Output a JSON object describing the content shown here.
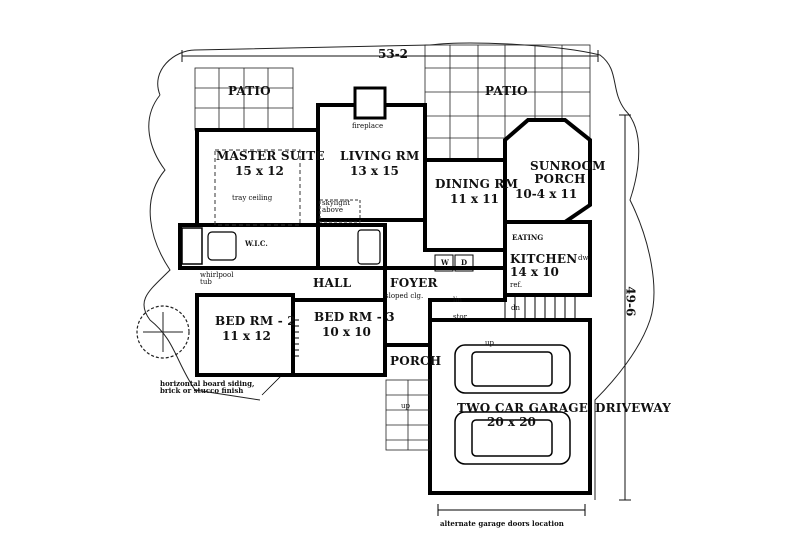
{
  "overall_width": "53-2",
  "overall_depth": "49-6",
  "rooms": {
    "patio_left": "PATIO",
    "patio_right": "PATIO",
    "master_suite": {
      "name": "MASTER SUITE",
      "size": "15 x 12",
      "note": "tray ceiling"
    },
    "living": {
      "name": "LIVING RM",
      "size": "13 x 15"
    },
    "dining": {
      "name": "DINING RM",
      "size": "11 x 11"
    },
    "sunroom": {
      "name": "SUNROOM PORCH",
      "size": "10-4 x 11"
    },
    "kitchen": {
      "name": "KITCHEN",
      "size": "14 x 10"
    },
    "eating": "EATING",
    "bed2": {
      "name": "BED RM - 2",
      "size": "11 x 12"
    },
    "bed3": {
      "name": "BED RM - 3",
      "size": "10 x 10"
    },
    "hall": "HALL",
    "foyer": "FOYER",
    "porch": "PORCH",
    "garage": {
      "name": "TWO CAR GARAGE",
      "size": "20 x 20"
    },
    "driveway": "DRIVEWAY",
    "wic": "W.I.C."
  },
  "notes": {
    "fireplace": "fireplace",
    "skylight": "skylight above",
    "whirlpool": "whirlpool tub",
    "sloped": "sloped clg.",
    "lin": "lin",
    "stor": "stor.",
    "up1": "up",
    "up2": "up",
    "dn": "dn",
    "ref": "ref.",
    "dw": "dw",
    "w": "W",
    "d": "D",
    "siding": "horizontal board siding, brick or stucco finish",
    "garage_doors": "alternate garage doors location"
  }
}
